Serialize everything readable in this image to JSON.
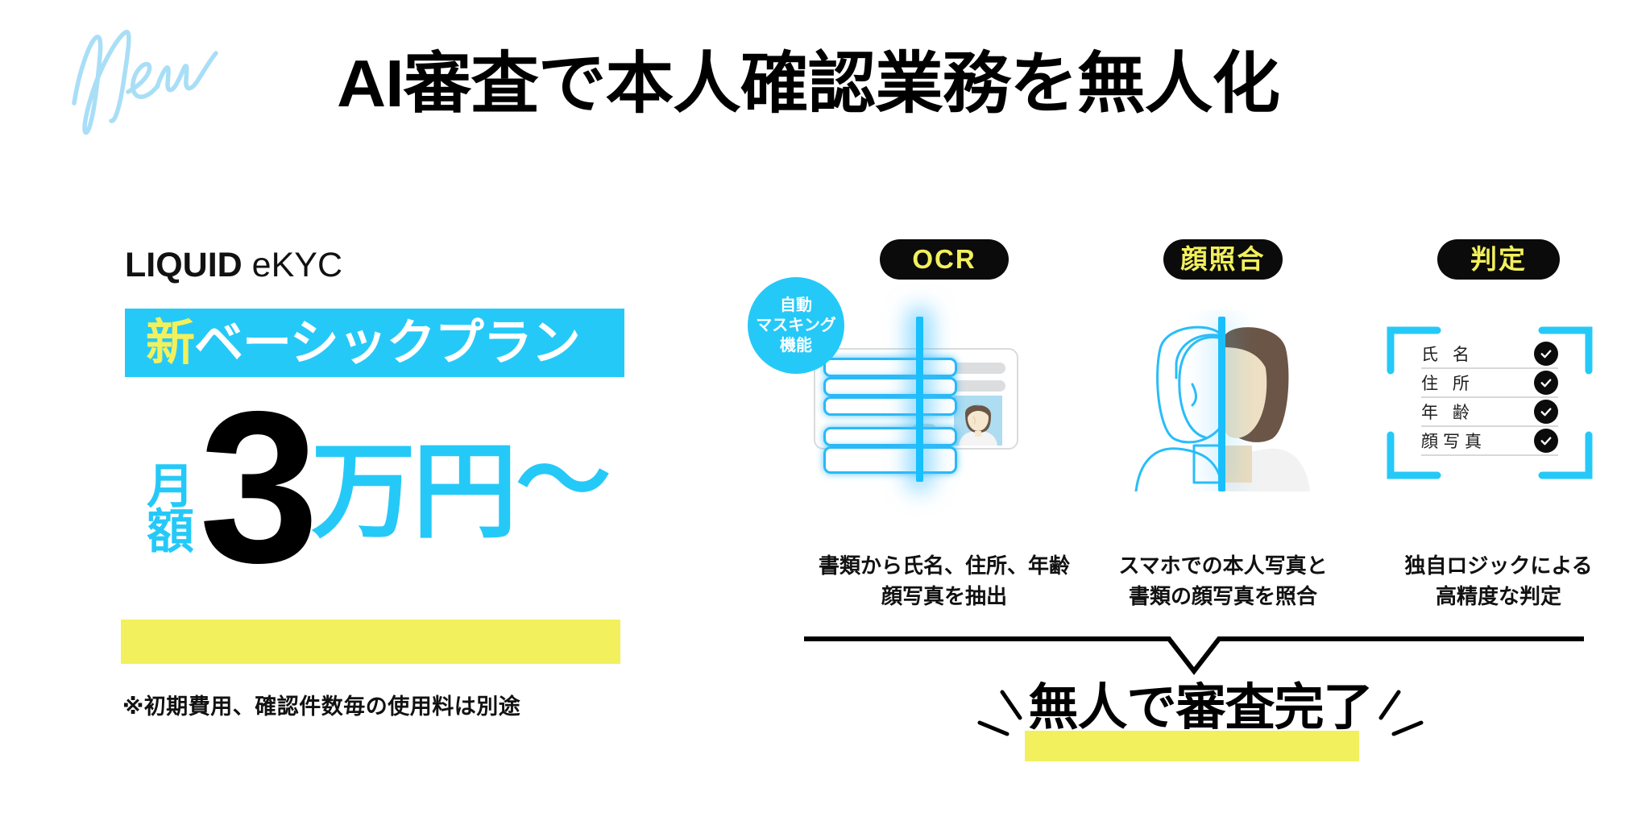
{
  "brand_mark": {
    "text": "New"
  },
  "headline": "AI審査で本人確認業務を無人化",
  "left_panel": {
    "product_bold": "LIQUID",
    "product_rest": " eKYC",
    "plan_new": "新",
    "plan_name": "ベーシックプラン",
    "price_prefix_line1": "月",
    "price_prefix_line2": "額",
    "price_number": "3",
    "price_unit": "万円",
    "price_tilde": "〜",
    "note": "※初期費用、確認件数毎の使用料は別途"
  },
  "flow": {
    "steps": [
      {
        "badge": "OCR",
        "caption_line1": "書類から氏名、住所、年齢",
        "caption_line2": "顔写真を抽出",
        "bubble_line1": "自動",
        "bubble_line2": "マスキング",
        "bubble_line3": "機能",
        "icon": "id-card-scan-icon"
      },
      {
        "badge": "顔照合",
        "caption_line1": "スマホでの本人写真と",
        "caption_line2": "書類の顔写真を照合",
        "icon": "face-match-icon"
      },
      {
        "badge": "判定",
        "caption_line1": "独自ロジックによる",
        "caption_line2": "高精度な判定",
        "icon": "checklist-icon",
        "checklist": [
          {
            "label": "氏 名",
            "status": "check"
          },
          {
            "label": "住 所",
            "status": "check"
          },
          {
            "label": "年 齢",
            "status": "check"
          },
          {
            "label": "顔写真",
            "status": "check"
          }
        ]
      }
    ]
  },
  "conclusion": {
    "text": "無人で審査完了"
  },
  "colors": {
    "cyan": "#25C9F8",
    "yellow": "#F2F05C",
    "black": "#0B0B0B",
    "light_blue": "#A9DEF7",
    "white": "#FFFFFF"
  }
}
